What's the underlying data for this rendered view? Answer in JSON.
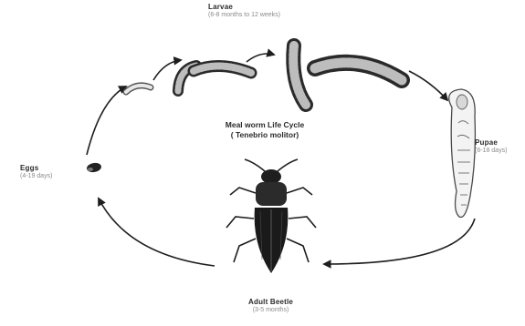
{
  "diagram": {
    "title": "Meal worm Life Cycle",
    "subtitle": "( Tenebrio molitor)"
  },
  "stages": {
    "larvae": {
      "name": "Larvae",
      "duration": "(6-8 months to 12 weeks)"
    },
    "pupae": {
      "name": "Pupae",
      "duration": "(6-18 days)"
    },
    "adult": {
      "name": "Adult Beetle",
      "duration": "(3-5 months)"
    },
    "eggs": {
      "name": "Eggs",
      "duration": "(4-19 days)"
    }
  },
  "colors": {
    "ink": "#1e1e1e",
    "label": "#2a2a2a",
    "muted": "#8a8a8a",
    "background": "#ffffff"
  }
}
